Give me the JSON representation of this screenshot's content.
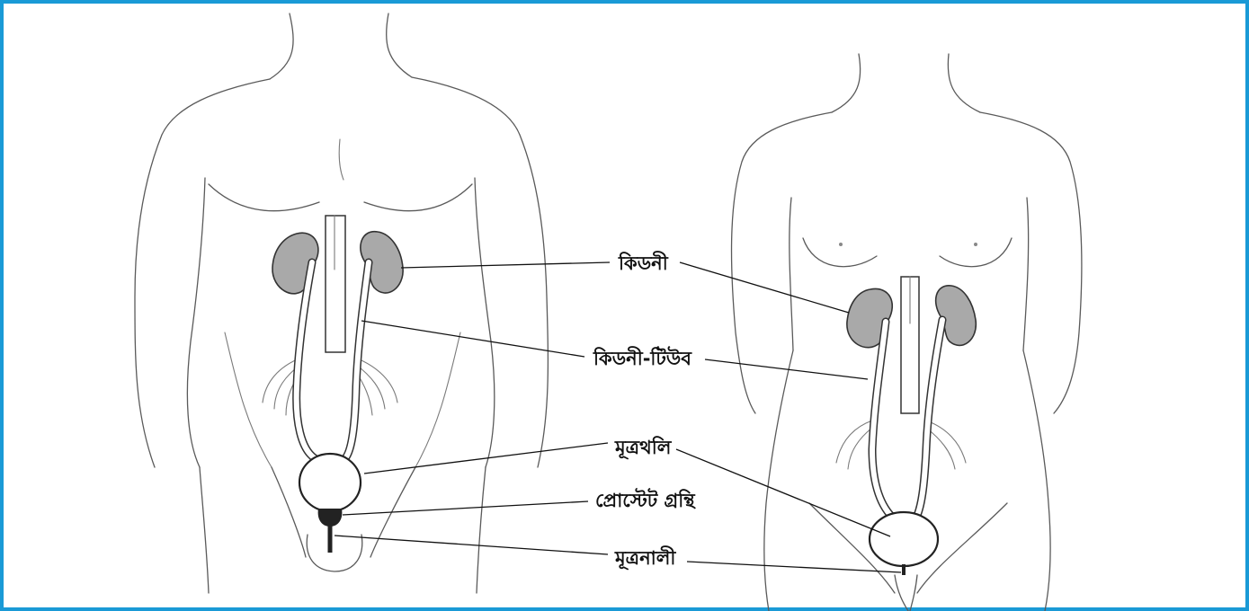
{
  "colors": {
    "border": "#1a9ad6",
    "kidney": "#a9a9a9",
    "outline": "#5a5a5a",
    "label": "#111111"
  },
  "labels": {
    "kidney": "কিডনী",
    "ureter": "কিডনী-টিউব",
    "bladder": "মূত্রথলি",
    "prostate": "প্রোস্টেট গ্রন্থি",
    "urethra": "মূত্রনালী"
  }
}
